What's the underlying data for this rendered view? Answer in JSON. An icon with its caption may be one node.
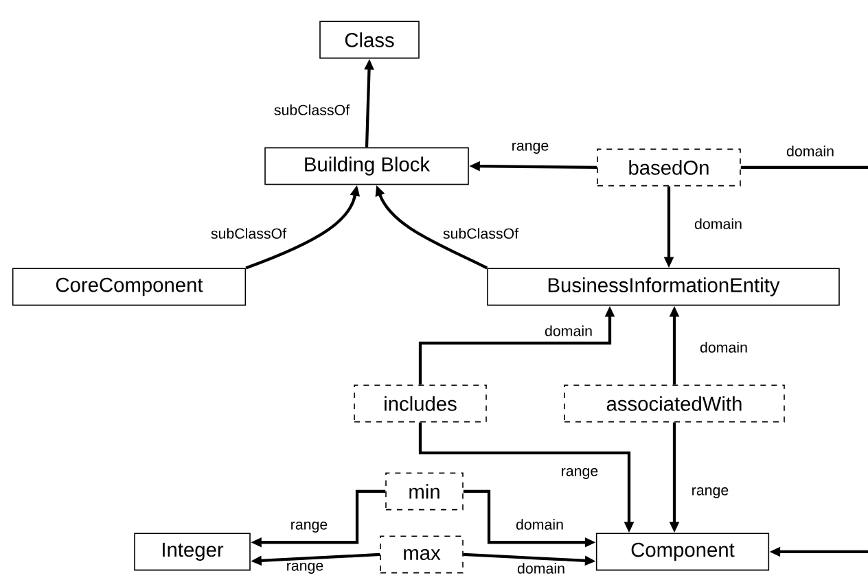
{
  "diagram": {
    "nodes": [
      {
        "text": [
          "Class"
        ]
      },
      {
        "text": [
          "Building Block"
        ]
      },
      {
        "text": [
          "basedOn"
        ]
      },
      {
        "text": [
          "CoreComponent"
        ]
      },
      {
        "text": [
          "BusinessInformationEntity"
        ]
      },
      {
        "text": [
          "includes"
        ]
      },
      {
        "text": [
          "associatedWith"
        ]
      },
      {
        "text": [
          "min"
        ]
      },
      {
        "text": [
          "Integer"
        ]
      },
      {
        "text": [
          "max"
        ]
      },
      {
        "text": [
          "Component"
        ]
      }
    ],
    "edges": [
      {
        "from": 1,
        "to": 0,
        "arrow": "to",
        "label": "subClassOf"
      },
      {
        "from": 2,
        "to": 1,
        "arrow": "to",
        "label": "range"
      },
      {
        "from": 2,
        "to": null,
        "arrow": "none",
        "label": "domain"
      },
      {
        "from": 2,
        "to": 4,
        "arrow": "to",
        "label": "domain"
      },
      {
        "from": 3,
        "to": 1,
        "arrow": "to",
        "label": "subClassOf"
      },
      {
        "from": 4,
        "to": 1,
        "arrow": "to",
        "label": "subClassOf"
      },
      {
        "from": 5,
        "to": 4,
        "arrow": "to",
        "label": "domain"
      },
      {
        "from": 6,
        "to": 4,
        "arrow": "to",
        "label": "domain"
      },
      {
        "from": 5,
        "to": 10,
        "arrow": "to",
        "label": "range"
      },
      {
        "from": 6,
        "to": 10,
        "arrow": "to",
        "label": "range"
      },
      {
        "from": 7,
        "to": 8,
        "arrow": "to",
        "label": "range"
      },
      {
        "from": 7,
        "to": 10,
        "arrow": "to",
        "label": "domain"
      },
      {
        "from": 9,
        "to": 8,
        "arrow": "to",
        "label": "range"
      },
      {
        "from": 9,
        "to": 10,
        "arrow": "to",
        "label": "domain"
      },
      {
        "from": null,
        "to": 10,
        "arrow": "to"
      }
    ]
  }
}
